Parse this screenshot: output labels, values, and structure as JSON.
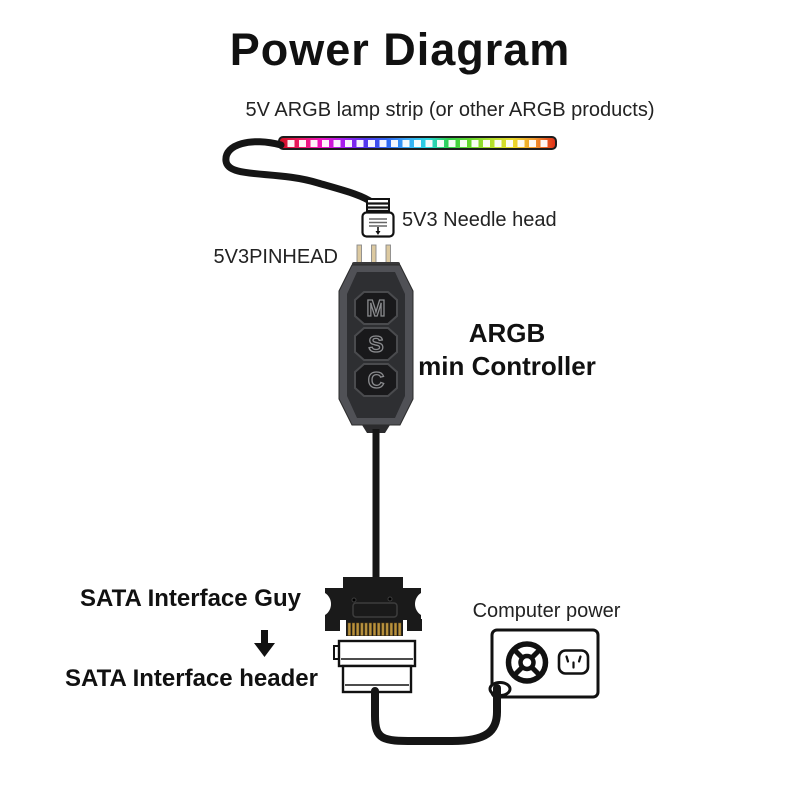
{
  "title": "Power Diagram",
  "strip": {
    "label": "5V ARGB lamp strip (or other ARGB products)",
    "gradient": [
      "#d01022",
      "#ee1866",
      "#ee14c4",
      "#a41ef0",
      "#5534ee",
      "#2e62f0",
      "#38a8f8",
      "#28d8e0",
      "#2ed048",
      "#66d82c",
      "#b4e02c",
      "#ecdc2c",
      "#f29a2c",
      "#e03018"
    ],
    "led_color": "#ffffff"
  },
  "connector_5v3": {
    "label": "5V3 Needle head"
  },
  "pinhead": {
    "label": "5V3PINHEAD",
    "pin_color": "#dcc9a0"
  },
  "controller": {
    "label_line1": "ARGB",
    "label_line2": "min Controller",
    "buttons": [
      "M",
      "S",
      "C"
    ],
    "body_color": "#505156",
    "panel_color": "#2e2f32",
    "button_color": "#19191b"
  },
  "sata": {
    "label_top": "SATA Interface Guy",
    "label_bottom": "SATA Interface header",
    "connector_color": "#1a1a1a",
    "pin_color": "#b8923e"
  },
  "psu": {
    "label": "Computer power"
  },
  "cable_color": "#151515"
}
